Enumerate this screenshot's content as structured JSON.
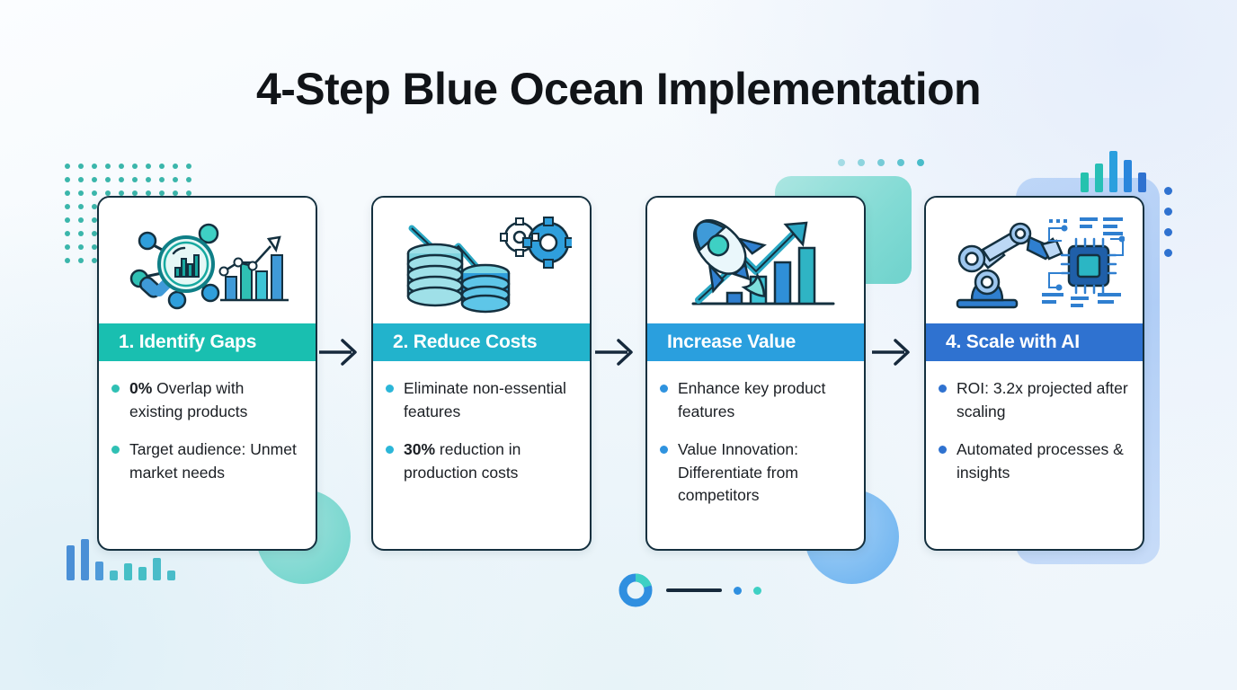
{
  "title": "4-Step Blue Ocean Implementation",
  "theme": {
    "title_color": "#111418",
    "card_border": "#14303f",
    "card_bg": "#ffffff",
    "background": "#f3f8fc",
    "arrow_color": "#16293c"
  },
  "cards": [
    {
      "header": "1. Identify Gaps",
      "header_bg": "#19bfb0",
      "bullet_color": "#2fc0b4",
      "icon": "magnifier-bar-chart-network-icon",
      "bullets": [
        {
          "strong": "0%",
          "text": " Overlap with existing products"
        },
        {
          "strong": "",
          "text": "Target audience: Unmet market needs"
        }
      ]
    },
    {
      "header": "2. Reduce Costs",
      "header_bg": "#22b3cc",
      "bullet_color": "#2bb6d8",
      "icon": "coin-stack-declining-arrow-gears-icon",
      "bullets": [
        {
          "strong": "",
          "text": "Eliminate non-essential features"
        },
        {
          "strong": "30%",
          "text": " reduction in production costs"
        }
      ]
    },
    {
      "header": "Increase Value",
      "header_bg": "#2a9fde",
      "bullet_color": "#2f93df",
      "icon": "rocket-growth-chart-icon",
      "bullets": [
        {
          "strong": "",
          "text": "Enhance key product features"
        },
        {
          "strong": "",
          "text": "Value Innovation: Differentiate from competitors"
        }
      ]
    },
    {
      "header": "4. Scale with AI",
      "header_bg": "#2f72d0",
      "bullet_color": "#2f72d0",
      "icon": "robot-arm-ai-chip-icon",
      "bullets": [
        {
          "strong": "",
          "text": "ROI: 3.2x projected after scaling"
        },
        {
          "strong": "",
          "text": "Automated processes & insights"
        }
      ]
    }
  ],
  "connectors": [
    {
      "name": "arrow-step-1-to-2"
    },
    {
      "name": "arrow-step-2-to-3"
    },
    {
      "name": "arrow-step-3-to-4"
    }
  ],
  "decorations": {
    "dot_grid_top_left": {
      "columns": 10,
      "rows": 8,
      "color": "#3bb6ab"
    },
    "mini_bars_bottom_left": {
      "values": [
        44,
        52,
        24,
        12,
        22,
        17,
        28,
        12
      ],
      "colors": [
        "#4a8fd6",
        "#4a8fd6",
        "#4f9ad9",
        "#49bcc9",
        "#45bfc6",
        "#45bfc6",
        "#49bcc9",
        "#49bcc9"
      ]
    },
    "mini_bars_top_right": {
      "values": [
        22,
        32,
        46,
        36,
        22
      ],
      "colors": [
        "#25c2ae",
        "#28bfb6",
        "#2a9fde",
        "#2a86dc",
        "#2f72d0"
      ]
    },
    "dot_row_top_center": {
      "count": 5,
      "color": "#49bcc9"
    },
    "dot_column_right": {
      "count": 4,
      "color": "#2f72d0"
    },
    "panel_teal_behind_card_3": "#6fd6cd",
    "panel_blue_behind_card_4": "#b9d3f7",
    "blob_teal_card_1": "#6ed4cb",
    "blob_blue_card_3": "#6cb3f0",
    "bottom_donut": {
      "base_color": "#2f8fe0",
      "accent_color": "#3ed0c4"
    },
    "bottom_line_color": "#16293c",
    "bottom_dot_1": "#2f8fe0",
    "bottom_dot_2": "#3ed0c4"
  }
}
